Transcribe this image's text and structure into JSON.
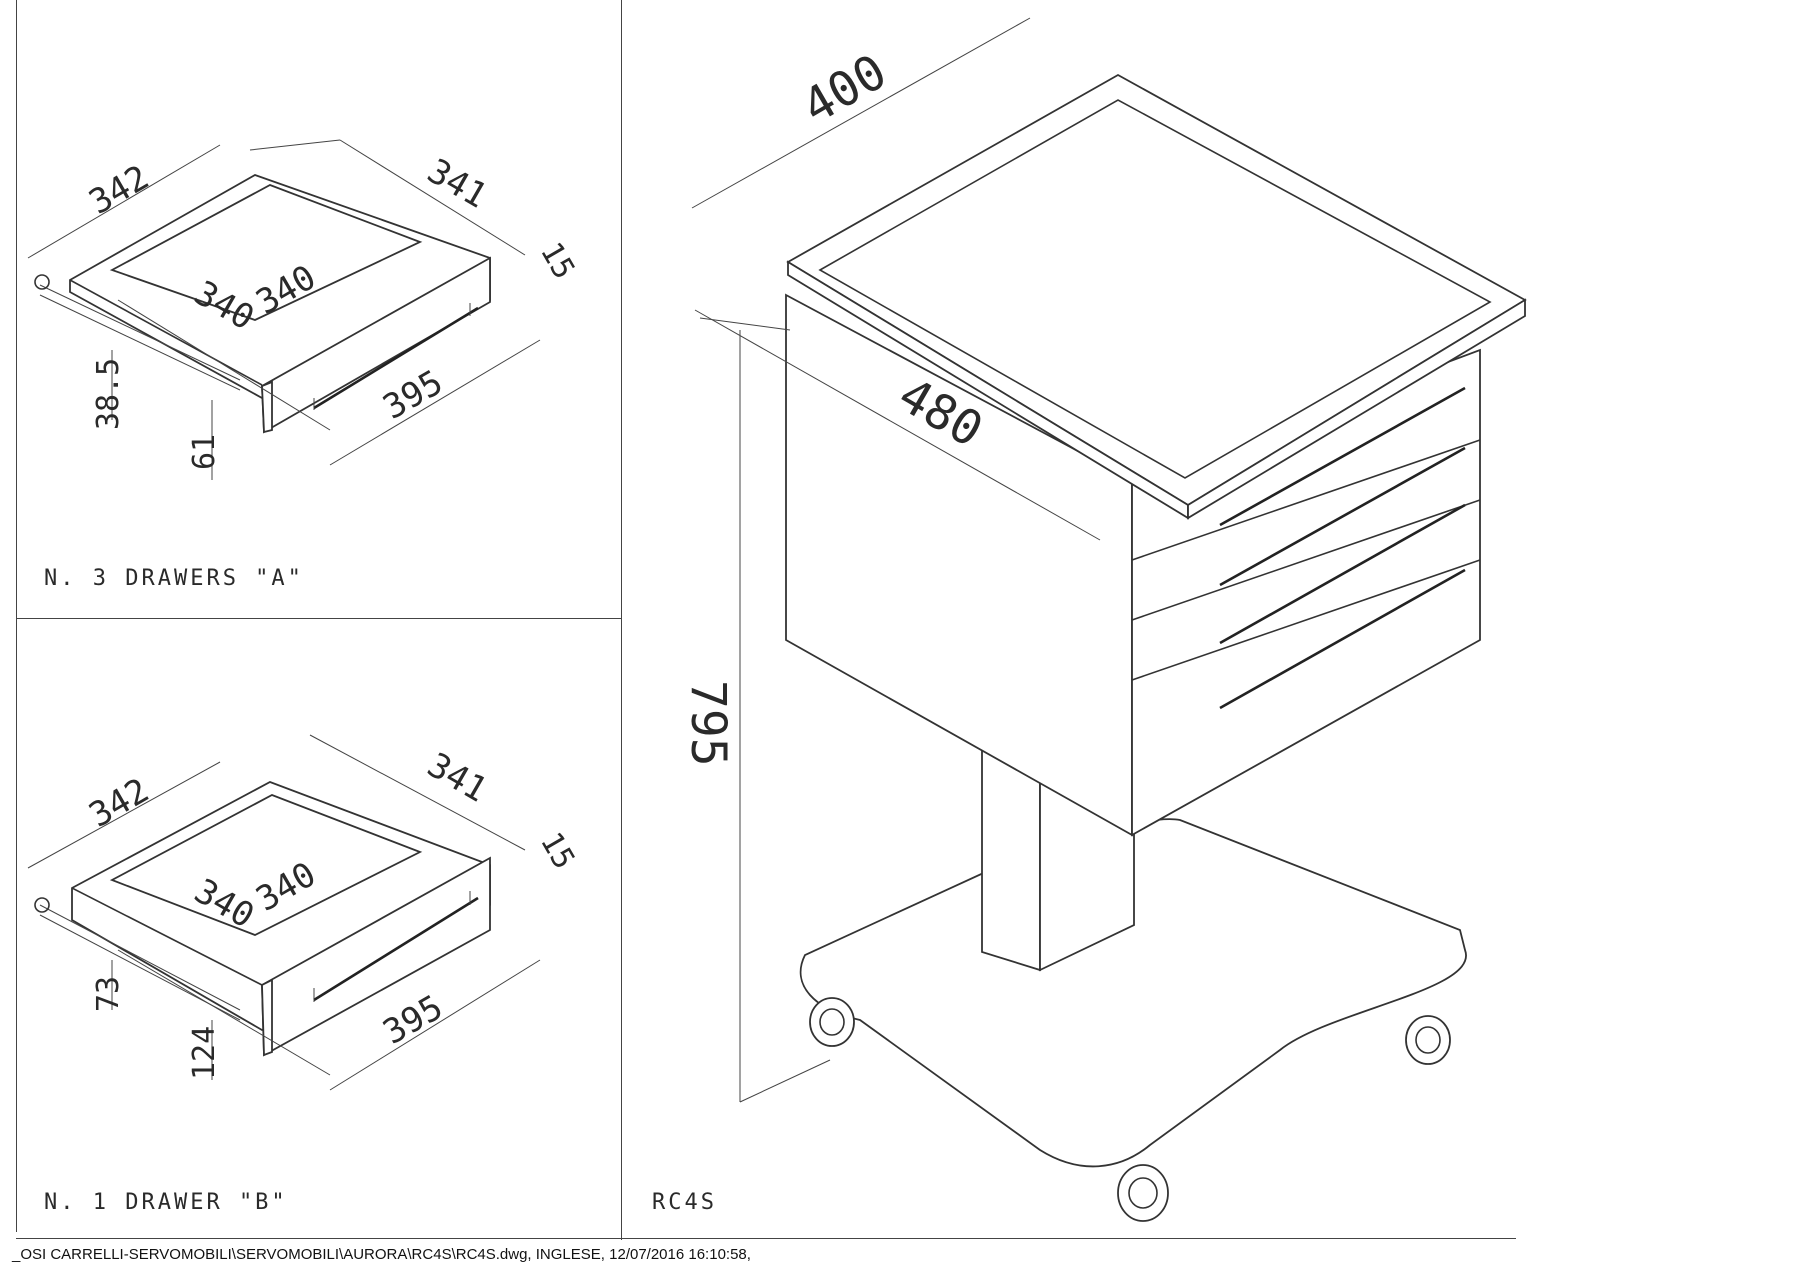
{
  "panels": {
    "drawers_a": {
      "label": "N. 3 DRAWERS \"A\""
    },
    "drawer_b": {
      "label": "N. 1 DRAWER \"B\""
    },
    "cart": {
      "label": "RC4S"
    }
  },
  "dimensions": {
    "a": {
      "width_left": "342",
      "depth_right": "341",
      "inner_w": "340",
      "inner_d": "340",
      "front_thk": "15",
      "front_len": "395",
      "inner_h": "38.5",
      "front_h": "61"
    },
    "b": {
      "width_left": "342",
      "depth_right": "341",
      "inner_w": "340",
      "inner_d": "340",
      "front_thk": "15",
      "front_len": "395",
      "inner_h": "73",
      "front_h": "124"
    },
    "cart": {
      "top_width": "400",
      "top_depth": "480",
      "height": "795"
    }
  },
  "footer": {
    "path": "_OSI CARRELLI-SERVOMOBILI\\SERVOMOBILI\\AURORA\\RC4S\\RC4S.dwg, INGLESE, 12/07/2016 16:10:58,"
  }
}
